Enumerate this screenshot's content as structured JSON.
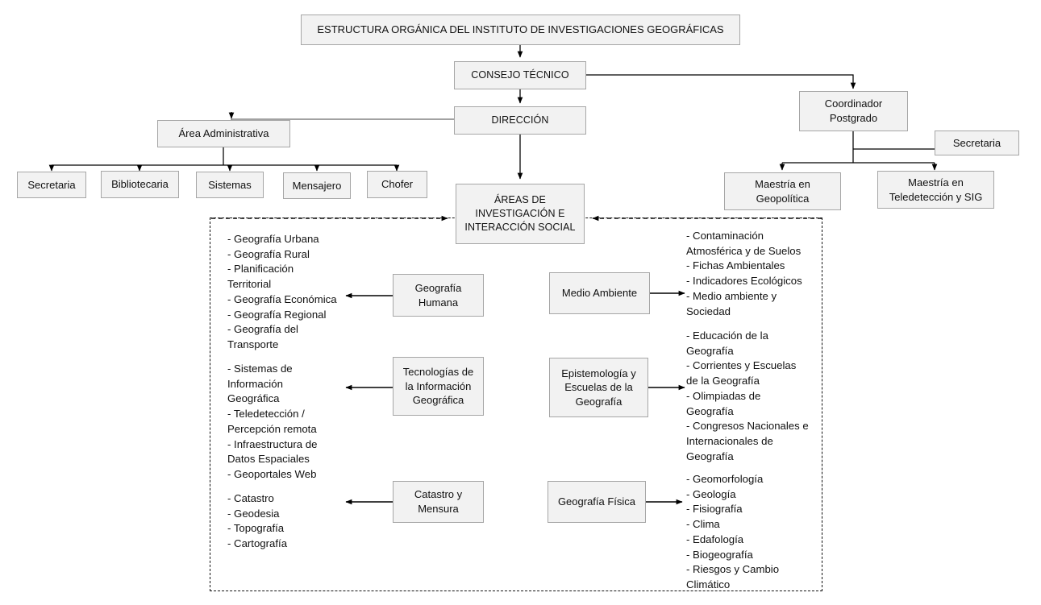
{
  "diagram": {
    "kind": "organizational-chart",
    "title_box": {
      "label": "ESTRUCTURA ORGÁNICA DEL INSTITUTO DE INVESTIGACIONES GEOGRÁFICAS"
    },
    "colors": {
      "box_fill": "#f2f2f2",
      "box_border": "#a6a6a6",
      "connector": "#000000",
      "dashed_region": "#111111",
      "page_background": "#ffffff"
    },
    "hierarchy_nodes": {
      "consejo_tecnico": "CONSEJO TÉCNICO",
      "direccion": "DIRECCIÓN",
      "area_administrativa": "Área Administrativa",
      "areas_investigacion": "ÁREAS DE\nINVESTIGACIÓN E\nINTERACCIÓN SOCIAL",
      "coordinador_postgrado": "Coordinador\nPostgrado",
      "secretaria_postgrado": "Secretaria",
      "maestria_geopolitica": "Maestría en\nGeopolítica",
      "maestria_teledeteccion": "Maestría en\nTeledetección y SIG"
    },
    "administrative_units": [
      {
        "label": "Secretaria"
      },
      {
        "label": "Bibliotecaria"
      },
      {
        "label": "Sistemas"
      },
      {
        "label": "Mensajero"
      },
      {
        "label": "Chofer"
      }
    ],
    "research_areas": [
      {
        "id": "geografia-humana",
        "label": "Geografía\nHumana",
        "side": "left",
        "topics": [
          "- Geografía Urbana",
          "- Geografía Rural",
          "- Planificación",
          "Territorial",
          "- Geografía Económica",
          "- Geografía Regional",
          "- Geografía del",
          "Transporte"
        ]
      },
      {
        "id": "tecnologias-informacion-geografica",
        "label": "Tecnologías de\nla Información\nGeográfica",
        "side": "left",
        "topics": [
          "- Sistemas de",
          "Información",
          "Geográfica",
          "- Teledetección /",
          "Percepción remota",
          "- Infraestructura de",
          "Datos Espaciales",
          "- Geoportales Web"
        ]
      },
      {
        "id": "catastro-y-mensura",
        "label": "Catastro y\nMensura",
        "side": "left",
        "topics": [
          "- Catastro",
          "- Geodesia",
          "- Topografía",
          "- Cartografía"
        ]
      },
      {
        "id": "medio-ambiente",
        "label": "Medio Ambiente",
        "side": "right",
        "topics": [
          "- Contaminación",
          "Atmosférica y de Suelos",
          "- Fichas Ambientales",
          "- Indicadores Ecológicos",
          "- Medio ambiente y",
          "Sociedad"
        ]
      },
      {
        "id": "epistemologia-escuelas-geografia",
        "label": "Epistemología y\nEscuelas de la\nGeografía",
        "side": "right",
        "topics": [
          "- Educación de la",
          "Geografía",
          "- Corrientes y Escuelas",
          "de la Geografía",
          "- Olimpiadas de",
          "Geografía",
          "- Congresos Nacionales e",
          "Internacionales de",
          "Geografía"
        ]
      },
      {
        "id": "geografia-fisica",
        "label": "Geografía Física",
        "side": "right",
        "topics": [
          "- Geomorfología",
          "- Geología",
          "- Fisiografía",
          "- Clima",
          "- Edafología",
          "- Biogeografía",
          "- Riesgos y Cambio",
          "Climático"
        ]
      }
    ]
  }
}
